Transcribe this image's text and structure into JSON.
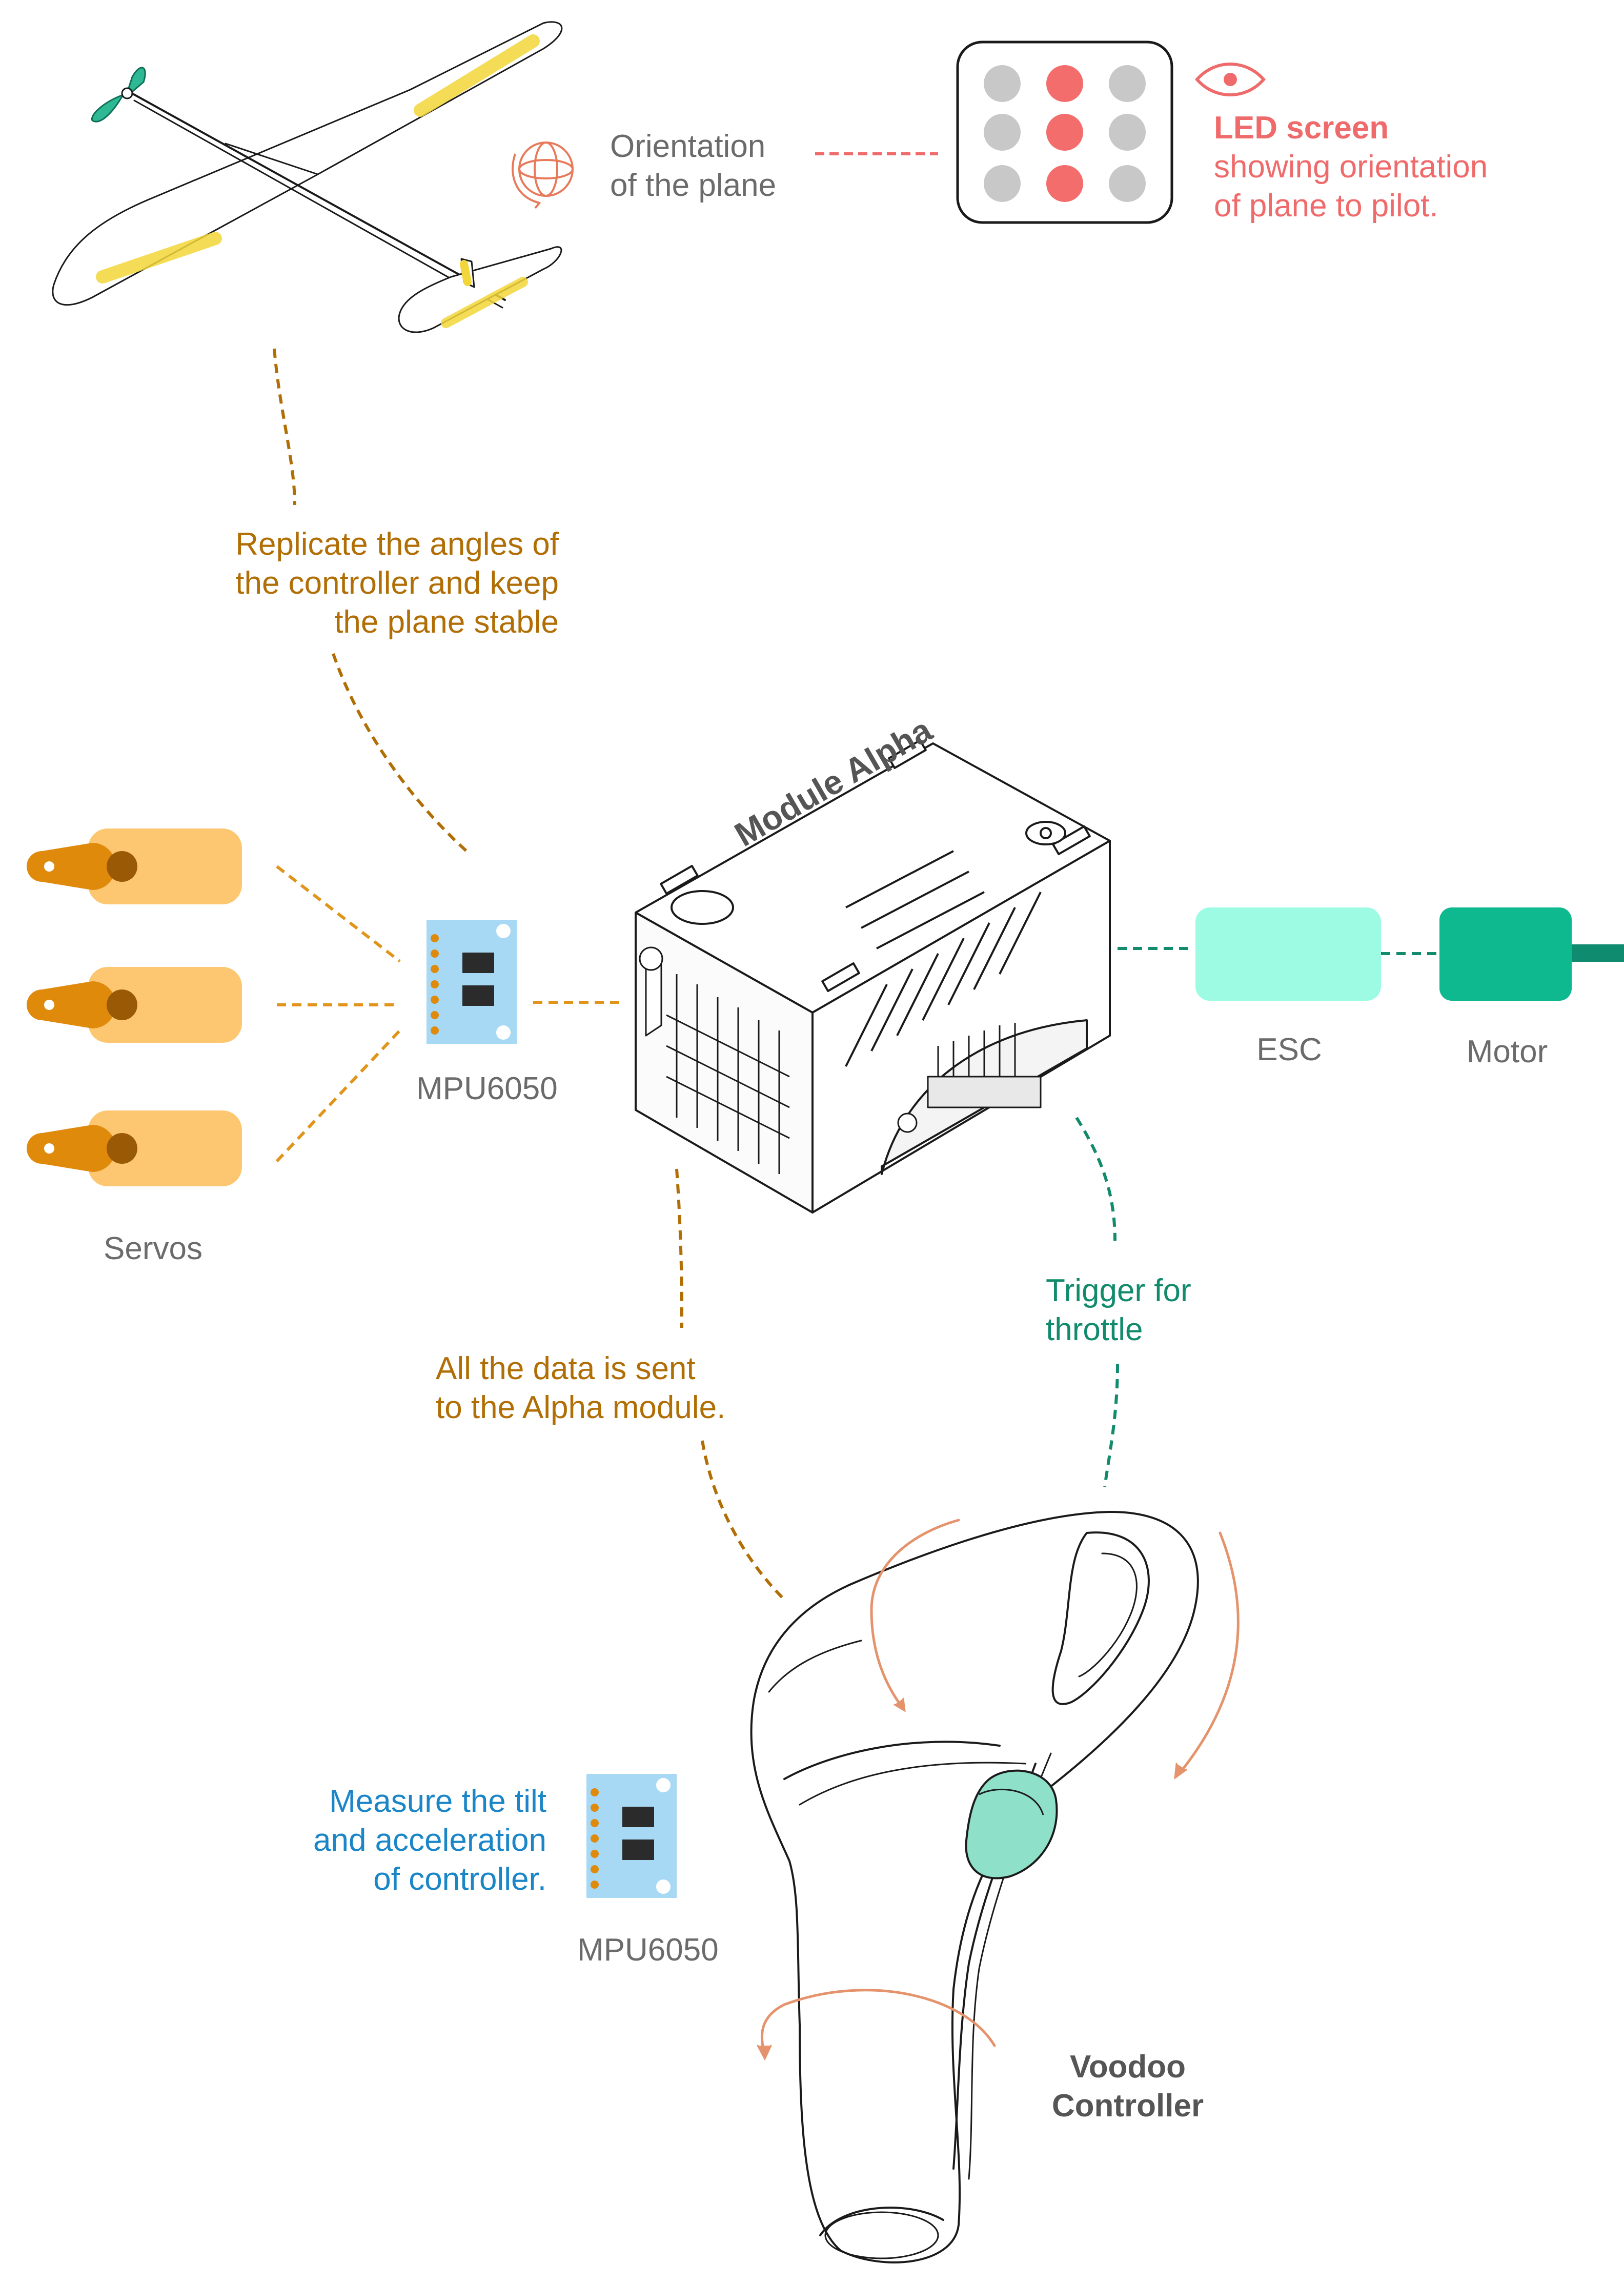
{
  "labels": {
    "orientation": [
      "Orientation",
      "of the plane"
    ],
    "led_title": "LED screen",
    "led_desc": [
      "showing orientation",
      "of plane to pilot."
    ],
    "replicate": [
      "Replicate the angles of",
      "the controller and keep",
      "the plane stable"
    ],
    "mpu_top": "MPU6050",
    "servos": "Servos",
    "module": "Module Alpha",
    "esc": "ESC",
    "motor": "Motor",
    "trigger": [
      "Trigger for",
      "throttle"
    ],
    "data_sent": [
      "All the data is sent",
      "to the Alpha module."
    ],
    "measure": [
      "Measure the tilt",
      "and acceleration",
      "of controller."
    ],
    "mpu_bottom": "MPU6050",
    "controller": [
      "Voodoo",
      "Controller"
    ]
  },
  "led_grid": [
    [
      false,
      true,
      false
    ],
    [
      false,
      true,
      false
    ],
    [
      false,
      true,
      false
    ]
  ],
  "colors": {
    "amber_text": "#b06e05",
    "amber_line": "#e0941a",
    "green_text": "#128a6c",
    "red_text": "#ef6b6b",
    "blue_text": "#1a86c7",
    "gray_text": "#6b6b6b",
    "led_on": "#f46d6d",
    "led_off": "#c8c8c8",
    "servo_body": "#fcc770",
    "servo_arm": "#e08a0c",
    "mpu_board": "#a7d8f4",
    "esc": "#9dfbe4",
    "motor": "#0fb98f",
    "trigger": "#8ee0c9",
    "wing_highlight": "#f2d63a",
    "rotation_arrow": "#e4936c"
  },
  "icons": [
    "globe-orientation-icon",
    "eye-icon"
  ]
}
